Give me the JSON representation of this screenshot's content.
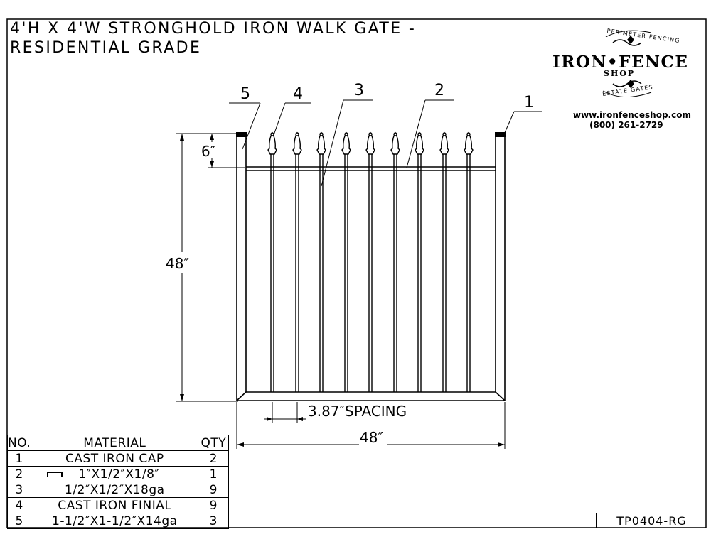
{
  "title": {
    "line1": "4'H X 4'W STRONGHOLD IRON WALK GATE -",
    "line2": "RESIDENTIAL GRADE"
  },
  "logo": {
    "top_arc": "PERIMETER FENCING",
    "name": "IRON•FENCE",
    "sub": "SHOP",
    "bottom_arc": "ESTATE GATES",
    "website": "www.ironfenceshop.com",
    "phone": "(800) 261-2729"
  },
  "callouts": [
    "5",
    "4",
    "3",
    "2",
    "1"
  ],
  "dimensions": {
    "finial_height": "6″",
    "gate_height": "48″",
    "spacing": "3.87″SPACING",
    "gate_width": "48″"
  },
  "bom": {
    "headers": {
      "no": "NO.",
      "material": "MATERIAL",
      "qty": "QTY"
    },
    "rows": [
      {
        "no": "1",
        "material": "CAST IRON CAP",
        "qty": "2"
      },
      {
        "no": "2",
        "material": "1″X1/2″X1/8″",
        "qty": "1"
      },
      {
        "no": "3",
        "material": "1/2″X1/2″X18ga",
        "qty": "9"
      },
      {
        "no": "4",
        "material": "CAST IRON FINIAL",
        "qty": "9"
      },
      {
        "no": "5",
        "material": "1-1/2″X1-1/2″X14ga",
        "qty": "3"
      }
    ]
  },
  "drawing_number": "TP0404-RG"
}
